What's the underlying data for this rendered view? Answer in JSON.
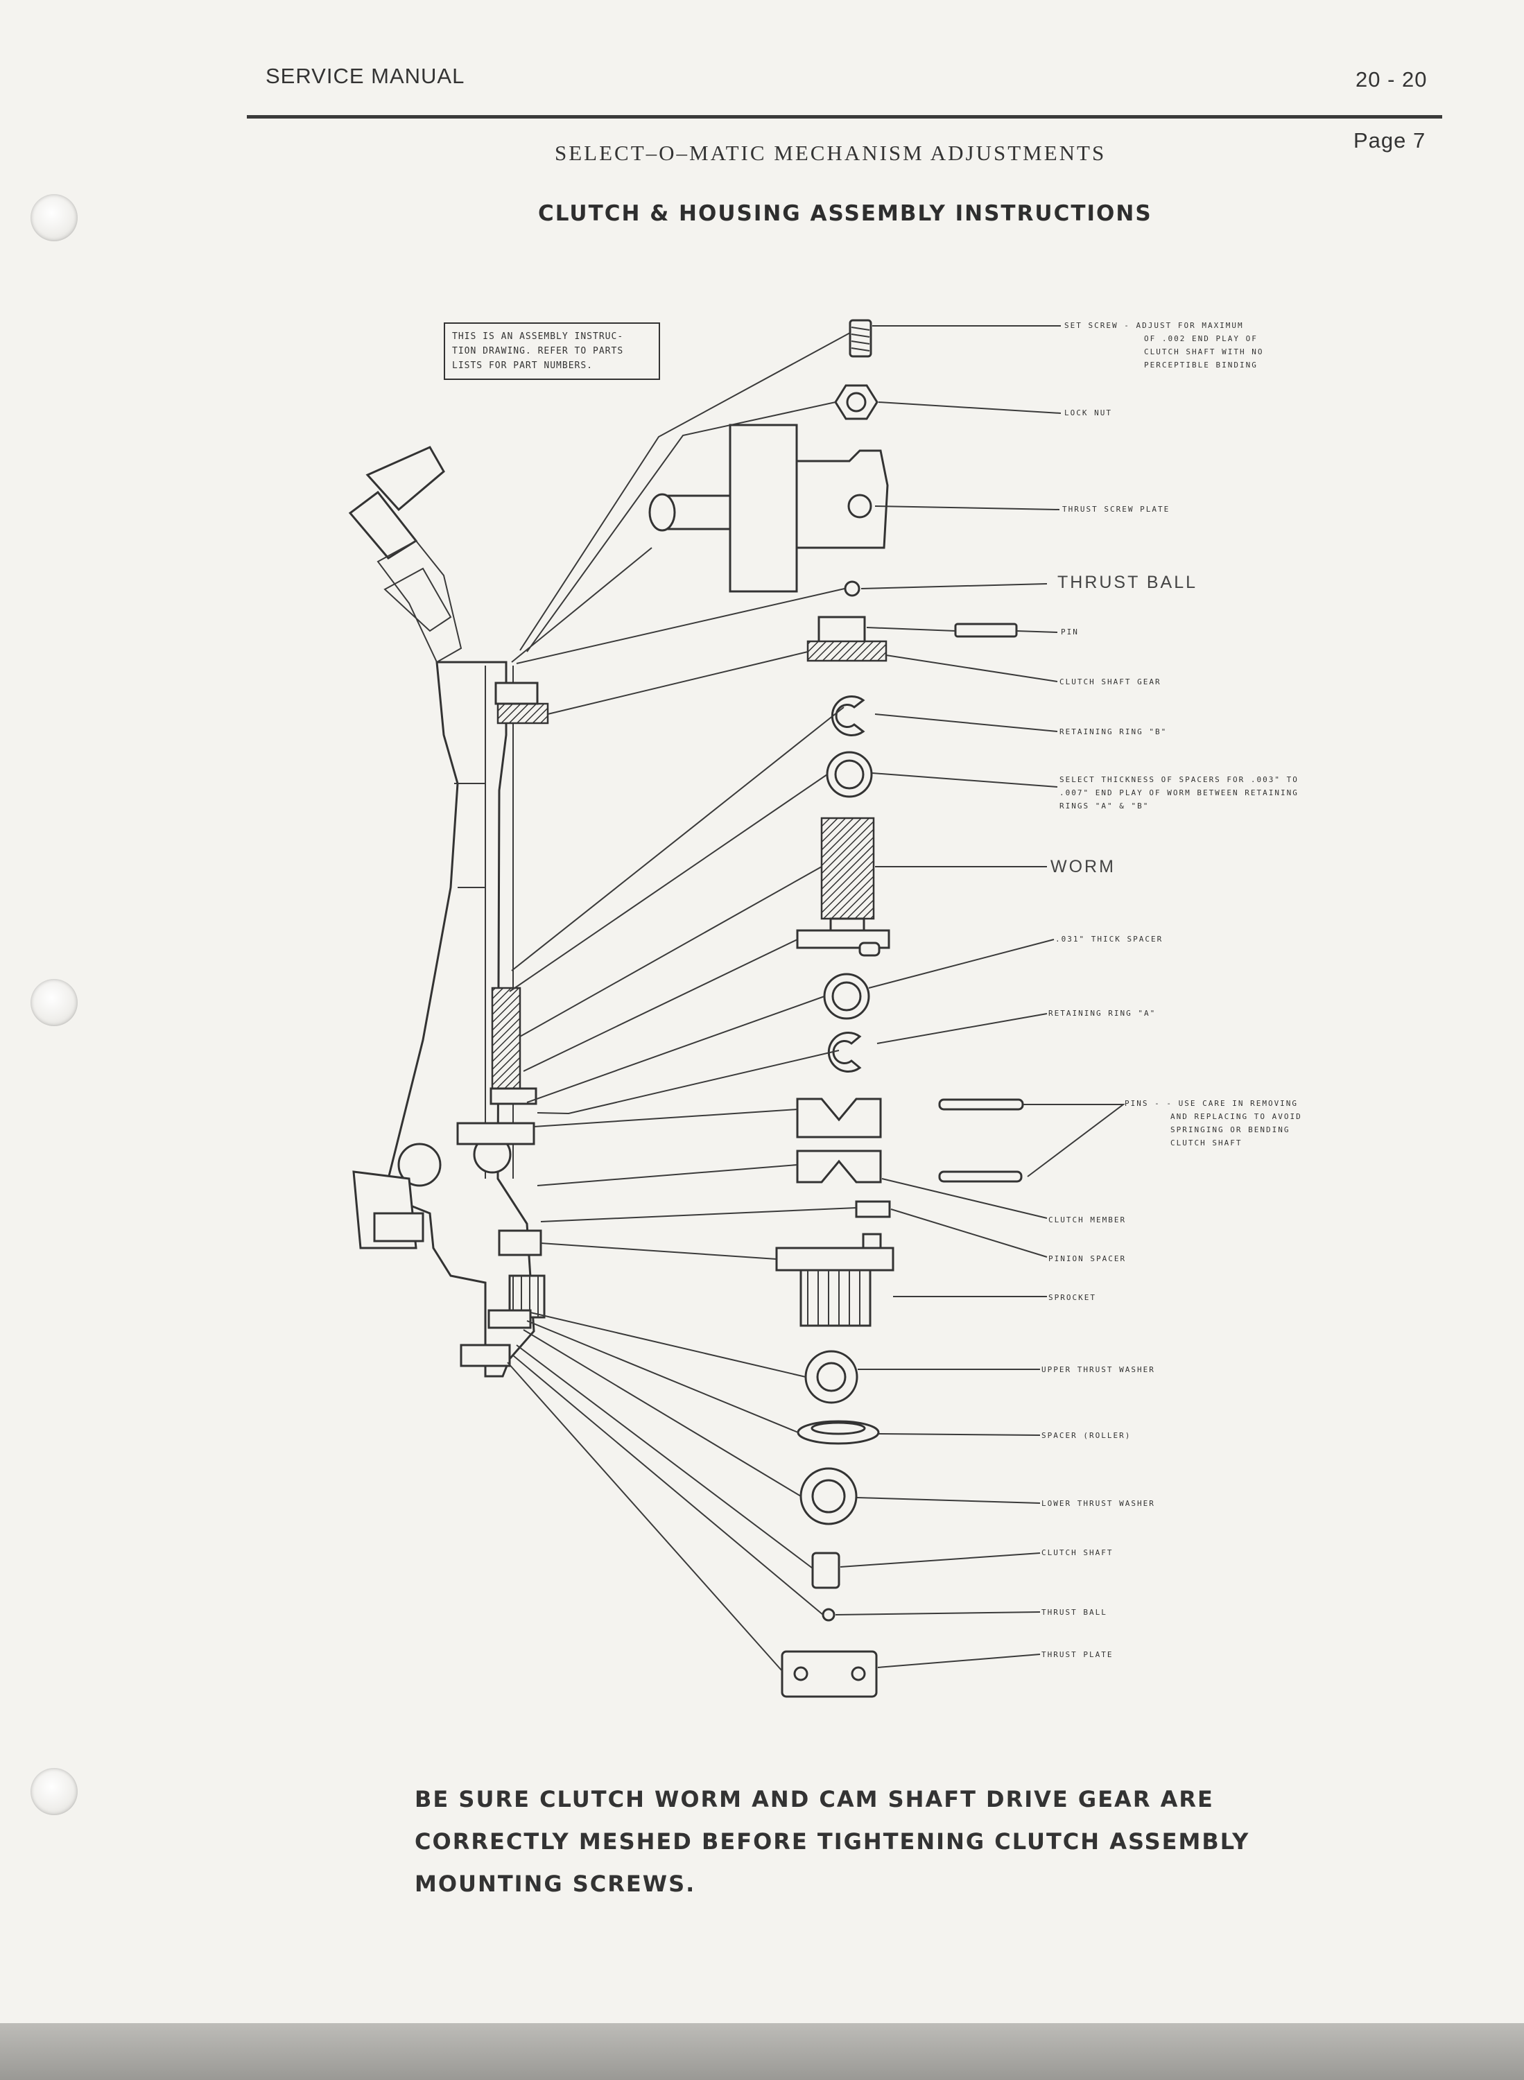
{
  "header": {
    "left": "SERVICE MANUAL",
    "right": "20 - 20",
    "page": "Page 7"
  },
  "title": "SELECT–O–MATIC MECHANISM ADJUSTMENTS",
  "subtitle": "CLUTCH & HOUSING ASSEMBLY INSTRUCTIONS",
  "note_box": "THIS IS AN ASSEMBLY INSTRUC- TION DRAWING. REFER TO PARTS LISTS FOR PART NUMBERS.",
  "labels": {
    "set_screw": "SET SCREW - ADJUST FOR MAXIMUM",
    "set_screw_2": "OF .002 END PLAY OF",
    "set_screw_3": "CLUTCH SHAFT WITH NO",
    "set_screw_4": "PERCEPTIBLE BINDING",
    "lock_nut": "LOCK NUT",
    "thrust_screw_plate": "THRUST SCREW PLATE",
    "thrust_ball_top": "THRUST BALL",
    "pin": "PIN",
    "clutch_shaft_gear": "CLUTCH SHAFT GEAR",
    "retaining_ring_b": "RETAINING RING \"B\"",
    "select_spacers_1": "SELECT THICKNESS OF SPACERS FOR .003\" TO",
    "select_spacers_2": ".007\" END PLAY OF WORM BETWEEN RETAINING",
    "select_spacers_3": "RINGS \"A\" & \"B\"",
    "worm": "WORM",
    "thick_spacer": ".031\" THICK SPACER",
    "retaining_ring_a": "RETAINING RING \"A\"",
    "pins_1": "PINS - - USE CARE IN REMOVING",
    "pins_2": "AND REPLACING TO AVOID",
    "pins_3": "SPRINGING OR BENDING",
    "pins_4": "CLUTCH SHAFT",
    "clutch_member": "CLUTCH MEMBER",
    "pinion_spacer": "PINION SPACER",
    "sprocket": "SPROCKET",
    "upper_thrust_washer": "UPPER THRUST WASHER",
    "spacer_roller": "SPACER (ROLLER)",
    "lower_thrust_washer": "LOWER THRUST WASHER",
    "clutch_shaft": "CLUTCH SHAFT",
    "thrust_ball_bottom": "THRUST BALL",
    "thrust_plate": "THRUST PLATE"
  },
  "footer": {
    "line1": "BE SURE CLUTCH WORM AND CAM SHAFT DRIVE GEAR ARE",
    "line2": "CORRECTLY MESHED BEFORE TIGHTENING CLUTCH ASSEMBLY",
    "line3": "MOUNTING SCREWS."
  }
}
